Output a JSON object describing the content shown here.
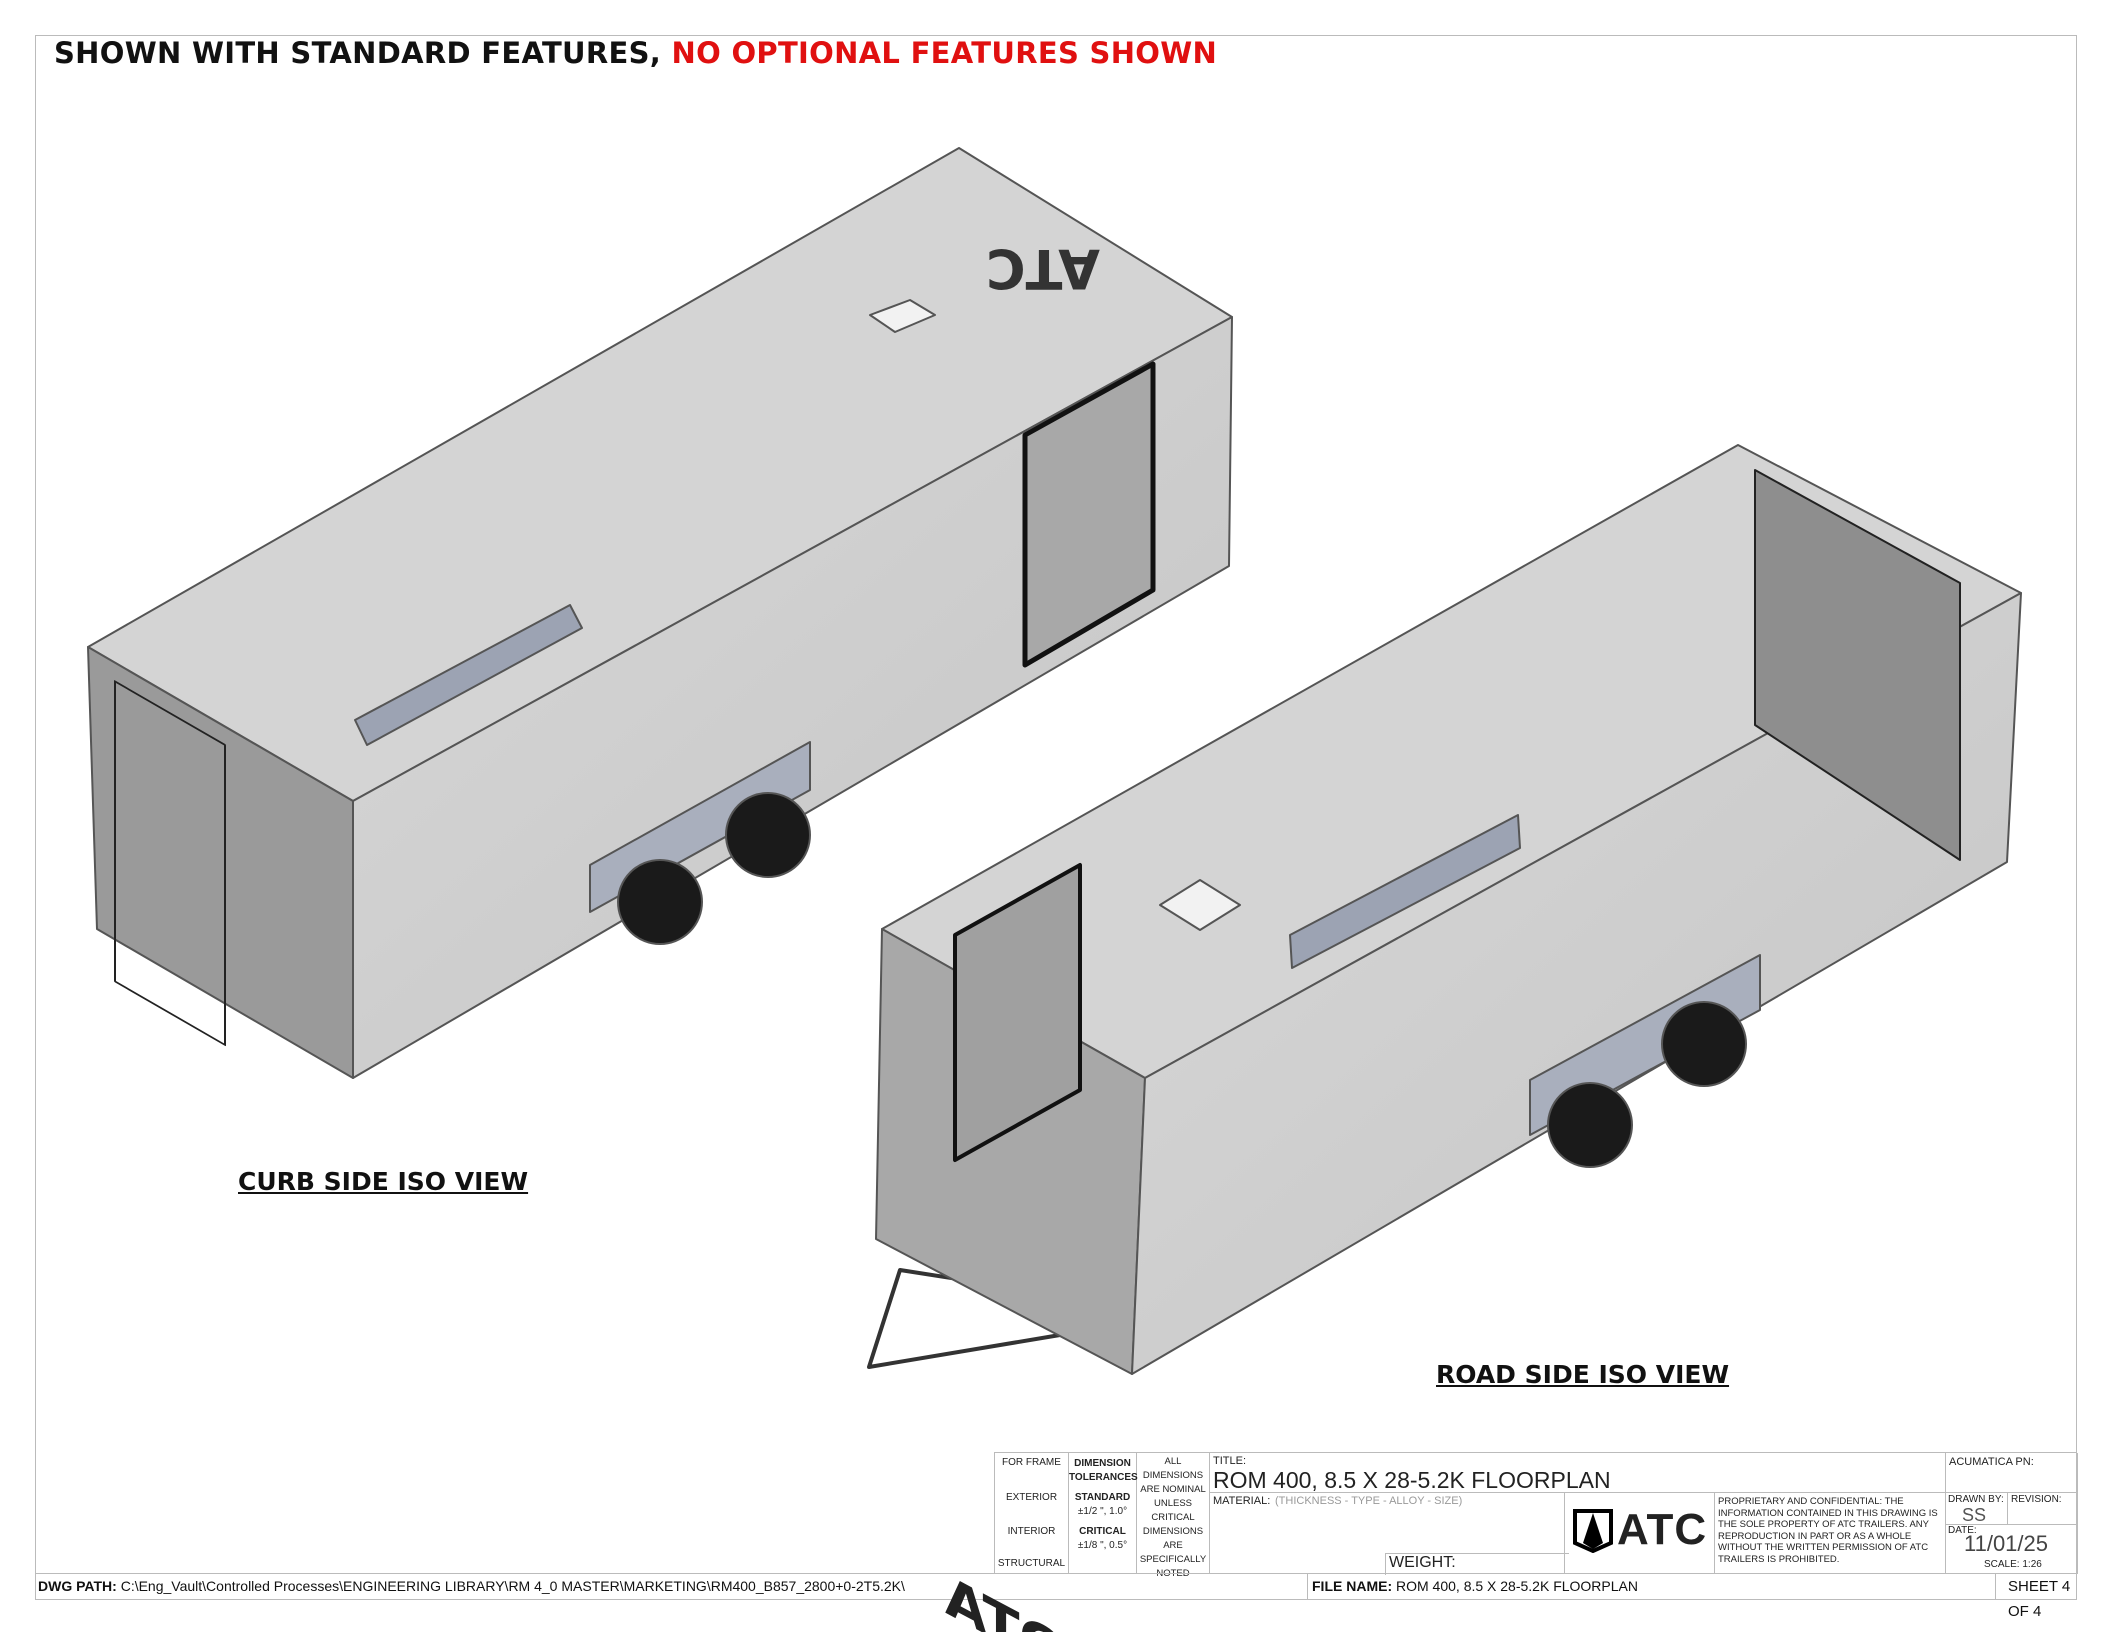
{
  "heading": {
    "standard": "SHOWN WITH STANDARD FEATURES,",
    "optional": "NO OPTIONAL FEATURES SHOWN"
  },
  "views": {
    "curb_side": "CURB SIDE ISO VIEW",
    "road_side": "ROAD SIDE ISO VIEW"
  },
  "trailer_logo": "ATC",
  "title_block": {
    "hatch_labels": [
      "FOR FRAME",
      "EXTERIOR",
      "INTERIOR",
      "STRUCTURAL"
    ],
    "dimension_tolerances": "DIMENSION TOLERANCES",
    "standard_label": "STANDARD",
    "standard_value": "±1/2 \", 1.0°",
    "critical_label": "CRITICAL",
    "critical_value": "±1/8 \", 0.5°",
    "nominal_note": "ALL DIMENSIONS ARE NOMINAL UNLESS CRITICAL DIMENSIONS ARE SPECIFICALLY NOTED",
    "title_label": "TITLE:",
    "title": "ROM 400, 8.5 X 28-5.2K FLOORPLAN",
    "material_label": "MATERIAL:",
    "material_value": "(THICKNESS - TYPE - ALLOY - SIZE)",
    "weight_label": "WEIGHT:",
    "logo": "ATC",
    "proprietary": "PROPRIETARY AND CONFIDENTIAL: THE INFORMATION CONTAINED IN THIS DRAWING IS THE SOLE PROPERTY OF ATC TRAILERS. ANY REPRODUCTION IN PART OR AS A WHOLE WITHOUT THE WRITTEN PERMISSION OF ATC TRAILERS IS PROHIBITED.",
    "acumatica_label": "ACUMATICA PN:",
    "drawn_by_label": "DRAWN BY:",
    "drawn_by": "SS",
    "revision_label": "REVISION:",
    "date_label": "DATE:",
    "date": "11/01/25",
    "scale": "SCALE: 1:26",
    "sheet": "SHEET 4 OF 4",
    "dwg_path_label": "DWG PATH:",
    "dwg_path": "C:\\Eng_Vault\\Controlled Processes\\ENGINEERING LIBRARY\\RM 4_0 MASTER\\MARKETING\\RM400_B857_2800+0-2T5.2K\\",
    "file_name_label": "FILE NAME:",
    "file_name": "ROM 400, 8.5 X 28-5.2K FLOORPLAN"
  }
}
